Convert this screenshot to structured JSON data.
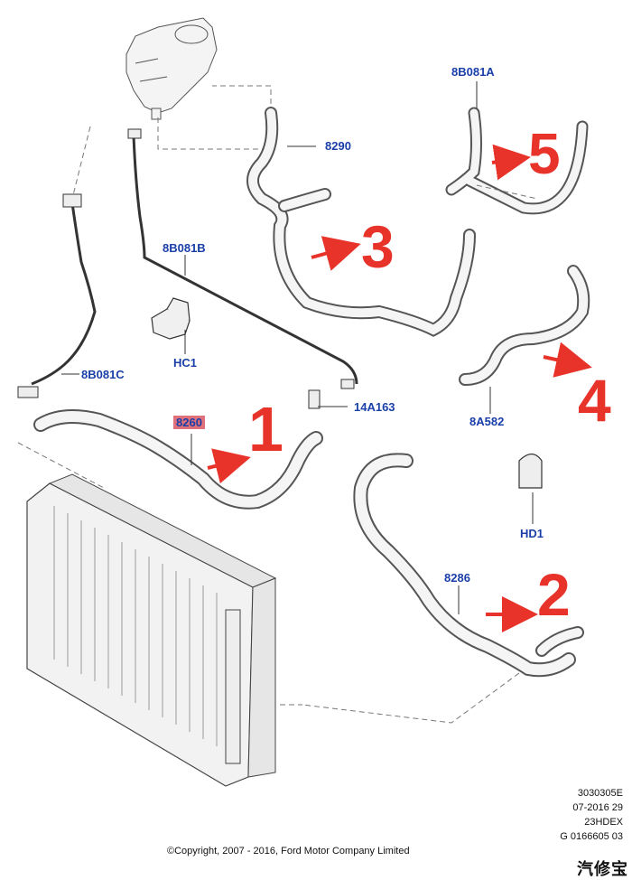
{
  "parts": {
    "hose_8290": "8290",
    "hose_8b081a": "8B081A",
    "line_8b081b": "8B081B",
    "clip_hc1": "HC1",
    "line_8b081c": "8B081C",
    "hose_8260": "8260",
    "bracket_14a163": "14A163",
    "hose_8a582": "8A582",
    "clamp_hd1": "HD1",
    "hose_8286": "8286"
  },
  "callouts": {
    "one": "1",
    "two": "2",
    "three": "3",
    "four": "4",
    "five": "5"
  },
  "reference": {
    "line1": "3030305E",
    "line2": "07-2016 29",
    "line3": "23HDEX",
    "line4": "G 0166605 03"
  },
  "copyright": "©Copyright, 2007 - 2016, Ford Motor Company Limited",
  "watermark": "汽修宝",
  "colors": {
    "label": "#1a3fa8",
    "callout": "#e8332a",
    "highlight": "#e0707a"
  }
}
